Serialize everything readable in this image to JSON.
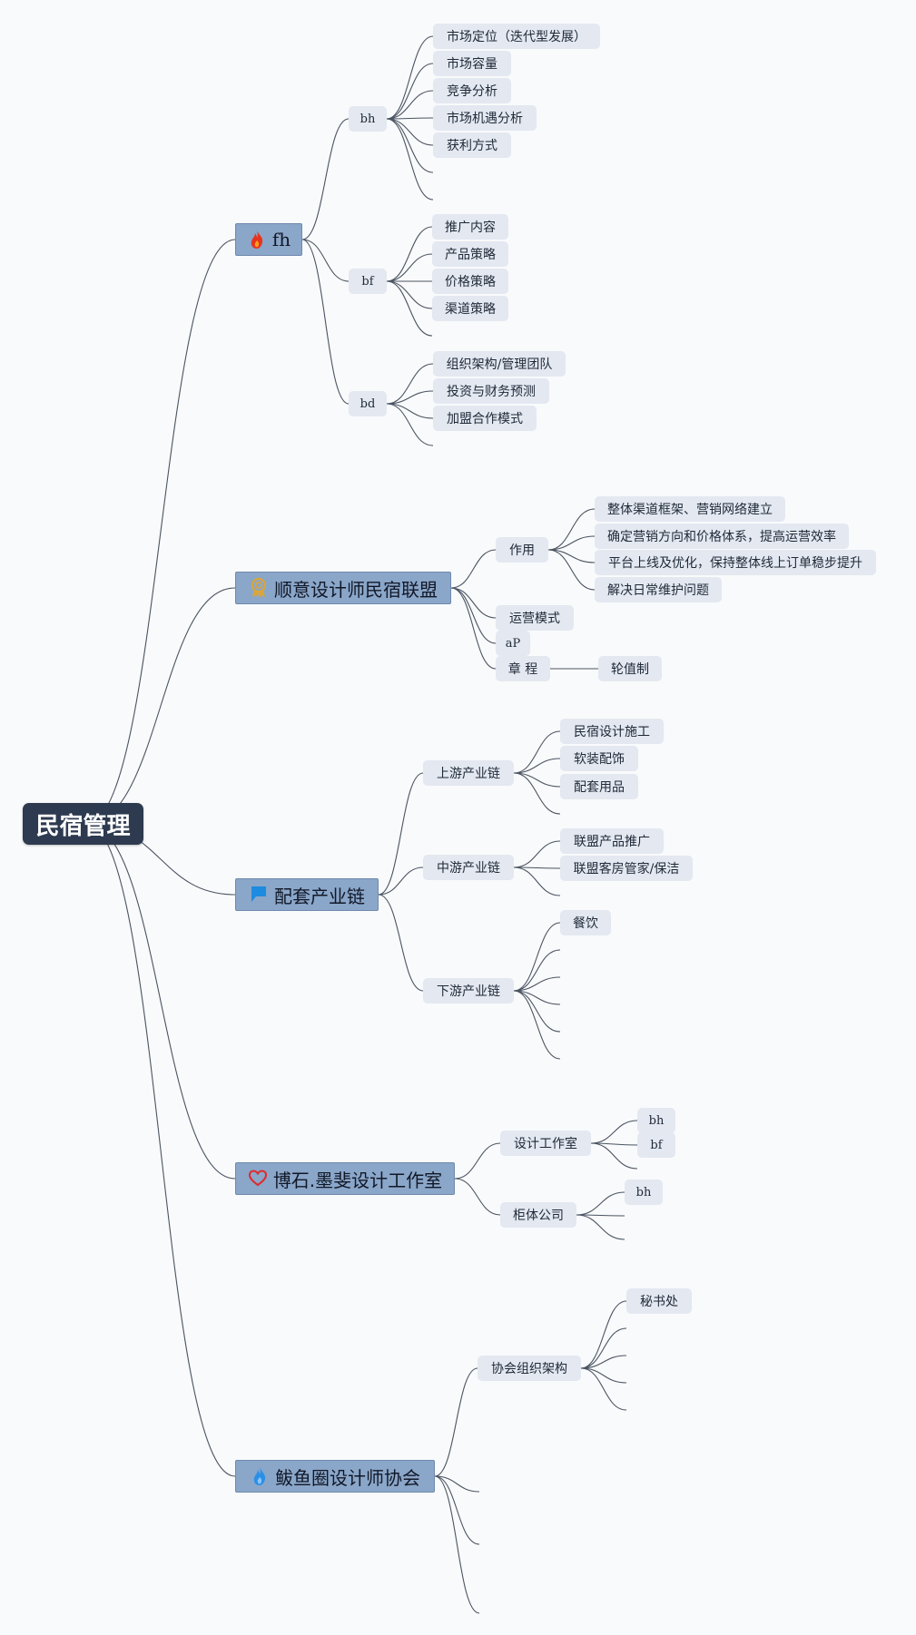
{
  "mindmap": {
    "root": {
      "label": "民宿管理"
    },
    "branches": [
      {
        "label": "fh",
        "icon": "fire-icon",
        "children": [
          {
            "label": "bh",
            "children": [
              "市场定位（迭代型发展）",
              "市场容量",
              "竞争分析",
              "市场机遇分析",
              "获利方式",
              "",
              ""
            ]
          },
          {
            "label": "bf",
            "children": [
              "推广内容",
              "产品策略",
              "价格策略",
              "渠道策略",
              ""
            ]
          },
          {
            "label": "bd",
            "children": [
              "组织架构/管理团队",
              "投资与财务预测",
              "加盟合作模式",
              ""
            ]
          }
        ]
      },
      {
        "label": "顺意设计师民宿联盟",
        "icon": "award-icon",
        "children": [
          {
            "label": "作用",
            "children": [
              "整体渠道框架、营销网络建立",
              "确定营销方向和价格体系，提高运营效率",
              "平台上线及优化，保持整体线上订单稳步提升",
              "解决日常维护问题"
            ]
          },
          {
            "label": "运营模式"
          },
          {
            "label": "aP"
          },
          {
            "label": "章 程",
            "children": [
              "轮值制"
            ]
          }
        ]
      },
      {
        "label": "配套产业链",
        "icon": "flag-icon",
        "children": [
          {
            "label": "上游产业链",
            "children": [
              "民宿设计施工",
              "软装配饰",
              "配套用品",
              ""
            ]
          },
          {
            "label": "中游产业链",
            "children": [
              "联盟产品推广",
              "联盟客房管家/保洁",
              ""
            ]
          },
          {
            "label": "下游产业链",
            "children": [
              "餐饮",
              "",
              "",
              "",
              "",
              ""
            ]
          }
        ]
      },
      {
        "label": "博石.墨斐设计工作室",
        "icon": "heart-icon",
        "children": [
          {
            "label": "设计工作室",
            "children": [
              "bh",
              "bf",
              ""
            ]
          },
          {
            "label": "柜体公司",
            "children": [
              "bh",
              "",
              ""
            ]
          }
        ]
      },
      {
        "label": "鲅鱼圈设计师协会",
        "icon": "water-drop-icon",
        "children": [
          {
            "label": "协会组织架构",
            "children": [
              "秘书处",
              "",
              "",
              "",
              ""
            ]
          },
          {
            "label": ""
          },
          {
            "label": ""
          },
          {
            "label": ""
          }
        ]
      }
    ]
  },
  "colors": {
    "root_bg": "#2d3a4f",
    "main_bg": "#8aa6c9",
    "sub_bg": "#e3e8f1",
    "link": "#4a5462",
    "background": "#f9fafb"
  }
}
